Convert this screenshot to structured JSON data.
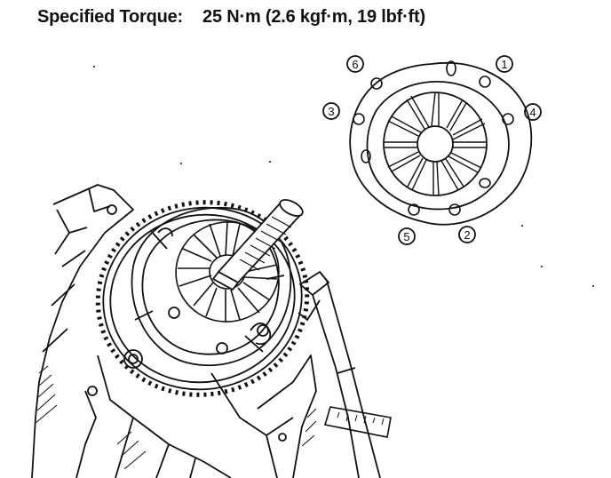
{
  "heading": {
    "label": "Specified Torque:",
    "value": "25 N·m (2.6 kgf·m, 19 lbf·ft)"
  },
  "sequence": {
    "labels": [
      "1",
      "2",
      "3",
      "4",
      "5",
      "6"
    ]
  }
}
